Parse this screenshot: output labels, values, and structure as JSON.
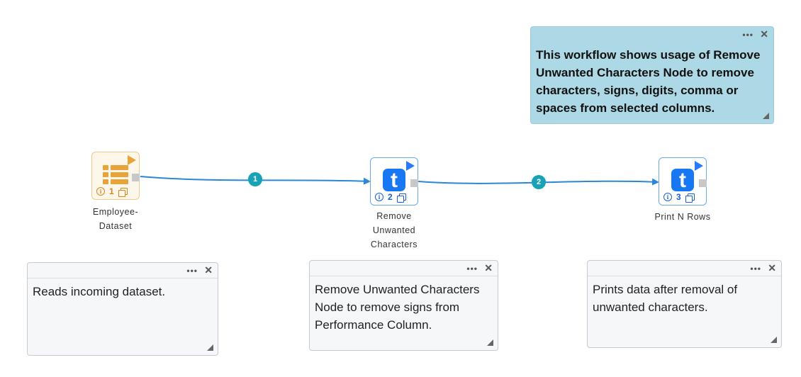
{
  "nodes": [
    {
      "number": "1",
      "label_line1": "Employee-",
      "label_line2": "Dataset",
      "label_line3": "",
      "icon": "table-icon"
    },
    {
      "number": "2",
      "label_line1": "Remove",
      "label_line2": "Unwanted",
      "label_line3": "Characters",
      "icon": "t-logo-icon"
    },
    {
      "number": "3",
      "label_line1": "Print N Rows",
      "label_line2": "",
      "label_line3": "",
      "icon": "t-logo-icon"
    }
  ],
  "edges": [
    {
      "label": "1"
    },
    {
      "label": "2"
    }
  ],
  "notes": {
    "header": {
      "text": "This workflow shows usage of Remove Unwanted Characters Node to remove characters, signs, digits, comma or spaces from selected columns."
    },
    "node1": {
      "text": "Reads incoming dataset."
    },
    "node2": {
      "text": "Remove Unwanted Characters Node to remove signs from Performance Column."
    },
    "node3": {
      "text": "Prints data after removal of unwanted characters."
    }
  },
  "note_controls": {
    "dots": "•••",
    "close": "✕"
  },
  "node_controls": {
    "info": "i"
  },
  "colors": {
    "edge": "#2b88d8",
    "edge_badge": "#17a2b8",
    "source_node": "#e8a33a",
    "transform_node": "#1877f2",
    "header_note": "#add8e6"
  }
}
